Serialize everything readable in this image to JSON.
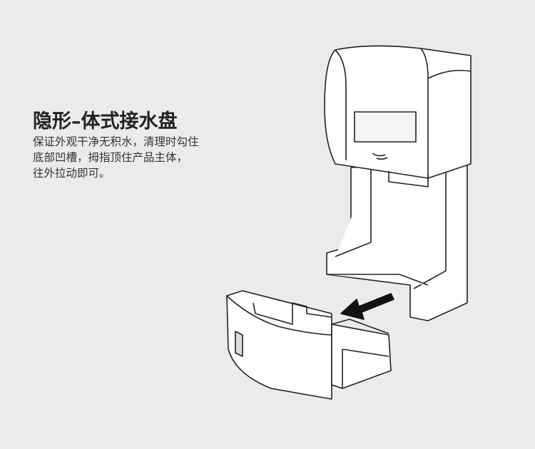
{
  "heading": "隐形–体式接水盘",
  "description": [
    "保证外观干净无积水，清理时勾住",
    "底部凹槽，拇指顶住产品主体，",
    "往外拉动即可。"
  ],
  "colors": {
    "background": "#ebebeb",
    "line": "#222222",
    "arrow": "#111111"
  }
}
